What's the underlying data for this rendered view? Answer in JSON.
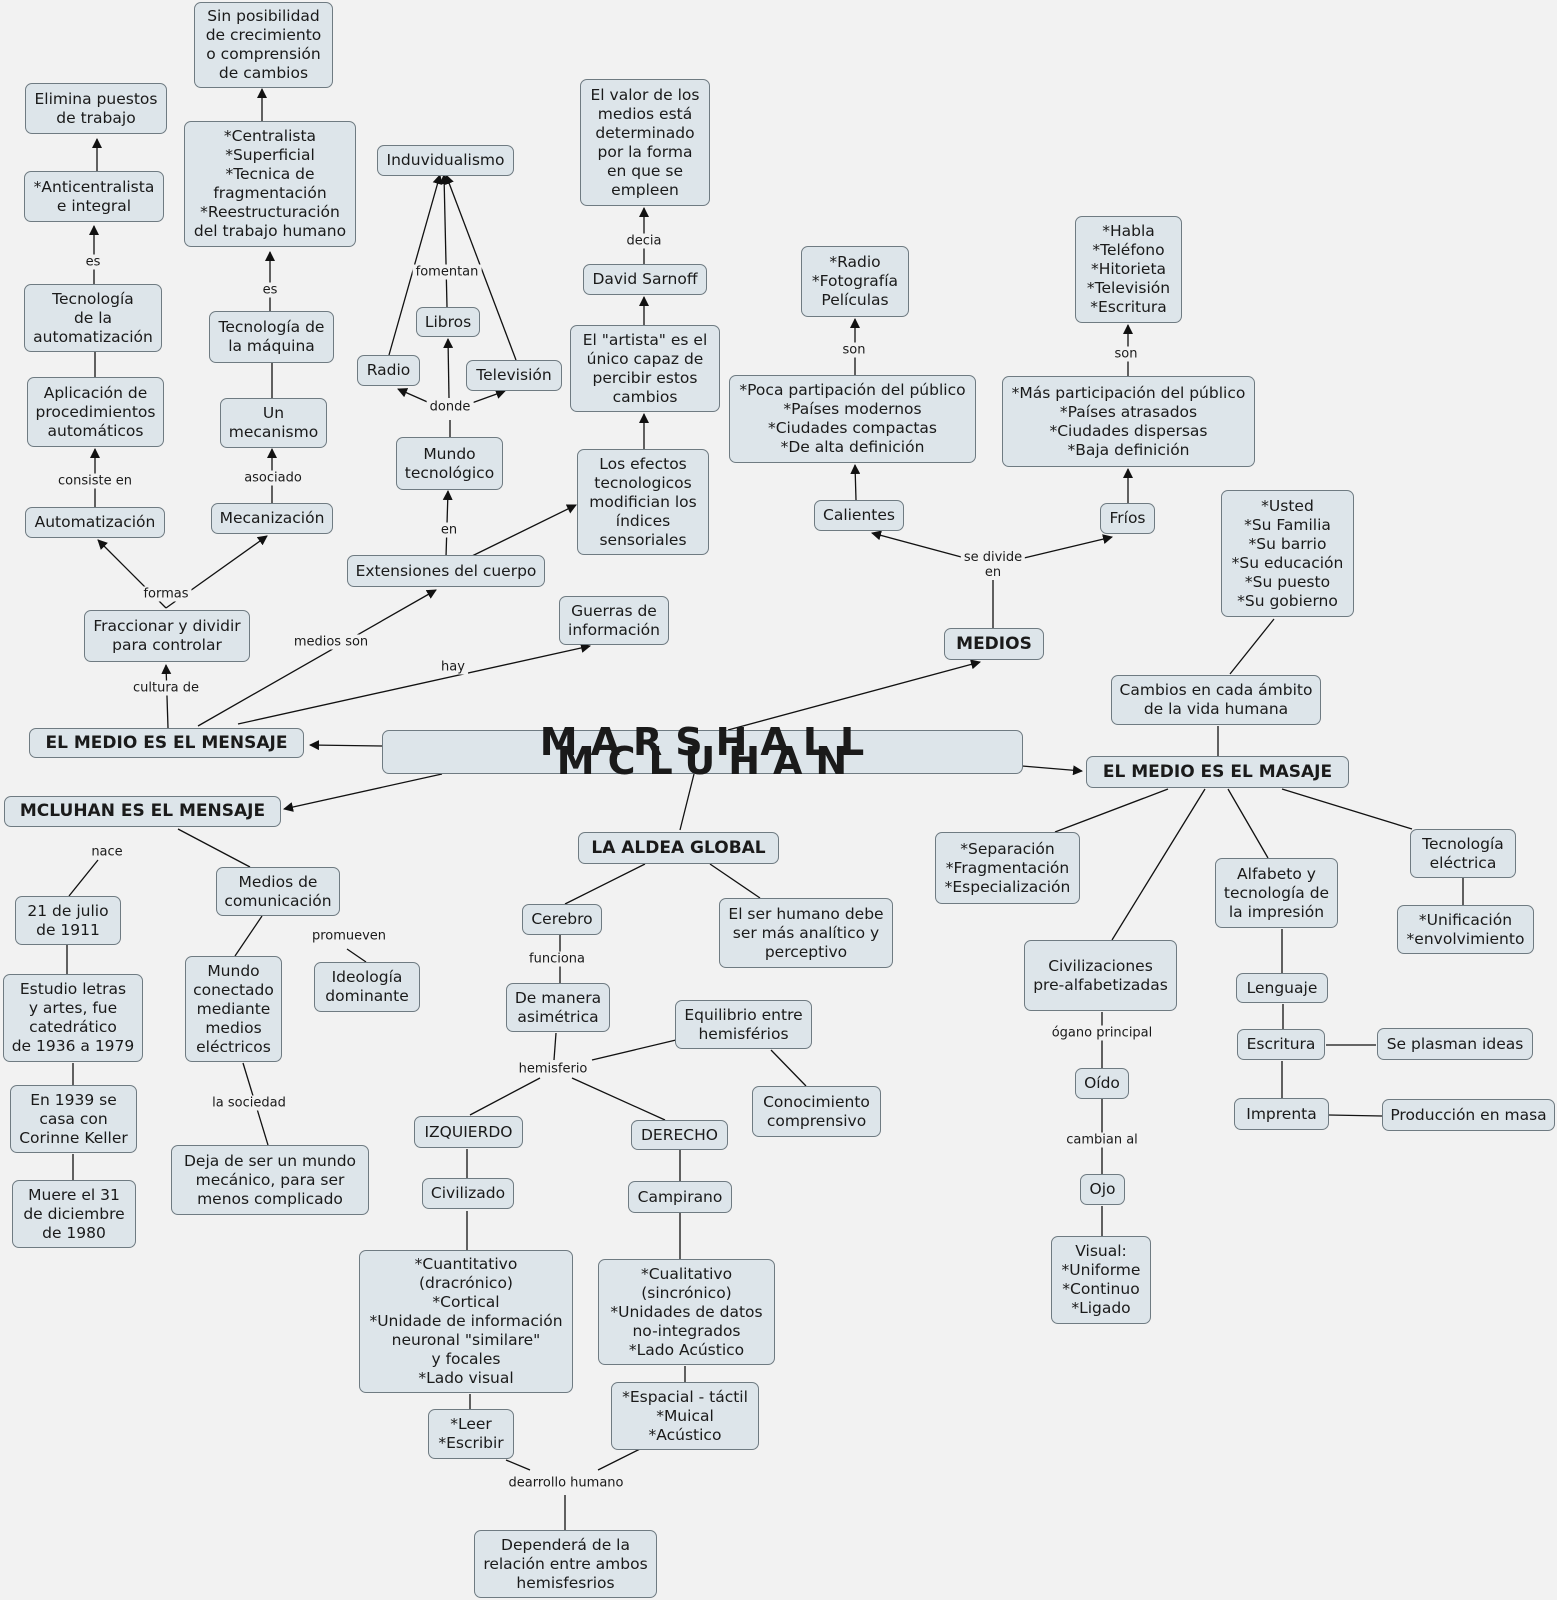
{
  "nodes": {
    "marshall": "MARSHALL  MCLUHAN",
    "medio_mensaje": "EL MEDIO ES EL MENSAJE",
    "mcluhan_mensaje": "MCLUHAN ES EL MENSAJE",
    "aldea": "LA ALDEA GLOBAL",
    "masaje": "EL MEDIO ES EL MASAJE",
    "medios": "MEDIOS",
    "sin_posibilidad": "Sin posibilidad\nde crecimiento\no comprensión\nde cambios",
    "elimina": "Elimina puestos\nde trabajo",
    "centralista": "*Centralista\n*Superficial\n*Tecnica de\nfragmentación\n*Reestructuración\ndel trabajo humano",
    "anticentralista": "*Anticentralista\ne integral",
    "tec_auto": "Tecnología\nde la\nautomatización",
    "tec_maquina": "Tecnología de\nla máquina",
    "aplicacion": "Aplicación de\nprocedimientos\nautomáticos",
    "mecanismo": "Un\nmecanismo",
    "automatizacion": "Automatización",
    "mecanizacion": "Mecanización",
    "fraccionar": "Fraccionar y dividir\npara controlar",
    "individualismo": "Induvidualismo",
    "libros": "Libros",
    "radio": "Radio",
    "television": "Televisión",
    "mundo_tec": "Mundo\ntecnológico",
    "extensiones": "Extensiones del cuerpo",
    "valor": "El valor de los\nmedios está\ndeterminado\npor la forma\nen que se\nempleen",
    "sarnoff": "David Sarnoff",
    "artista": "El \"artista\" es el\núnico capaz de\npercibir estos\ncambios",
    "efectos": "Los efectos\ntecnologicos\nmodifician los\níndices\nsensoriales",
    "guerras": "Guerras de\ninformación",
    "radio_foto": "*Radio\n*Fotografía\nPelículas",
    "poca": "*Poca partipación del público\n*Países modernos\n*Ciudades compactas\n*De alta definición",
    "calientes": "Calientes",
    "habla": "*Habla\n*Teléfono\n*Hitorieta\n*Televisión\n*Escritura",
    "mas_part": "*Más participación del público\n*Países atrasados\n*Ciudades dispersas\n*Baja definición",
    "frios": "Fríos",
    "usted": "*Usted\n*Su Familia\n*Su barrio\n*Su educación\n*Su puesto\n*Su gobierno",
    "cambios": "Cambios en cada ámbito\nde la vida humana",
    "nacimiento": "21 de julio\nde 1911",
    "medios_com": "Medios de\ncomunicación",
    "estudio": "Estudio letras\ny artes, fue\ncatedrático\nde 1936 a 1979",
    "mundo_con": "Mundo\nconectado\nmediante\nmedios\neléctricos",
    "ideologia": "Ideología\ndominante",
    "casa": "En 1939 se\ncasa con\nCorinne Keller",
    "muere": "Muere el 31\nde diciembre\nde 1980",
    "deja": "Deja de ser un mundo\nmecánico, para ser\nmenos complicado",
    "cerebro": "Cerebro",
    "ser_humano": "El ser humano debe\nser más analítico y\nperceptivo",
    "asimetrica": "De manera\nasimétrica",
    "equilibrio": "Equilibrio entre\nhemisférios",
    "conocimiento": "Conocimiento\ncomprensivo",
    "izquierdo": "IZQUIERDO",
    "derecho": "DERECHO",
    "civilizado": "Civilizado",
    "campirano": "Campirano",
    "cuantitativo": "*Cuantitativo\n(dracrónico)\n*Cortical\n*Unidade de información\nneuronal \"similare\"\ny focales\n*Lado visual",
    "cualitativo": "*Cualitativo\n(sincrónico)\n*Unidades de datos\nno-integrados\n*Lado Acústico",
    "leer": "*Leer\n*Escribir",
    "espacial": "*Espacial - táctil\n*Muical\n*Acústico",
    "dependera": "Dependerá de la\nrelación entre ambos\nhemisfesrios",
    "separacion": "*Separación\n*Fragmentación\n*Especialización",
    "civilizaciones": "Civilizaciones\npre-alfabetizadas",
    "alfabeto": "Alfabeto y\ntecnología de\nla impresión",
    "tec_electrica": "Tecnología\neléctrica",
    "unificacion": "*Unificación\n*envolvimiento",
    "lenguaje": "Lenguaje",
    "escritura": "Escritura",
    "plasman": "Se plasman ideas",
    "imprenta": "Imprenta",
    "produccion": "Producción en masa",
    "oido": "Oído",
    "ojo": "Ojo",
    "visual": "Visual:\n*Uniforme\n*Continuo\n*Ligado"
  },
  "labels": {
    "es1": "es",
    "es2": "es",
    "consiste": "consiste en",
    "asociado": "asociado",
    "formas": "formas",
    "cultura": "cultura de",
    "medios_son": "medios son",
    "hay": "hay",
    "fomentan": "fomentan",
    "donde": "donde",
    "en": "en",
    "decia": "decia",
    "son1": "son",
    "son2": "son",
    "se_divide": "se divide\nen",
    "nace": "nace",
    "promueven": "promueven",
    "sociedad": "la sociedad",
    "funciona": "funciona",
    "hemisferio": "hemisferio",
    "desarrollo": "dearrollo humano",
    "organo": "ógano principal",
    "cambian": "cambian al"
  }
}
